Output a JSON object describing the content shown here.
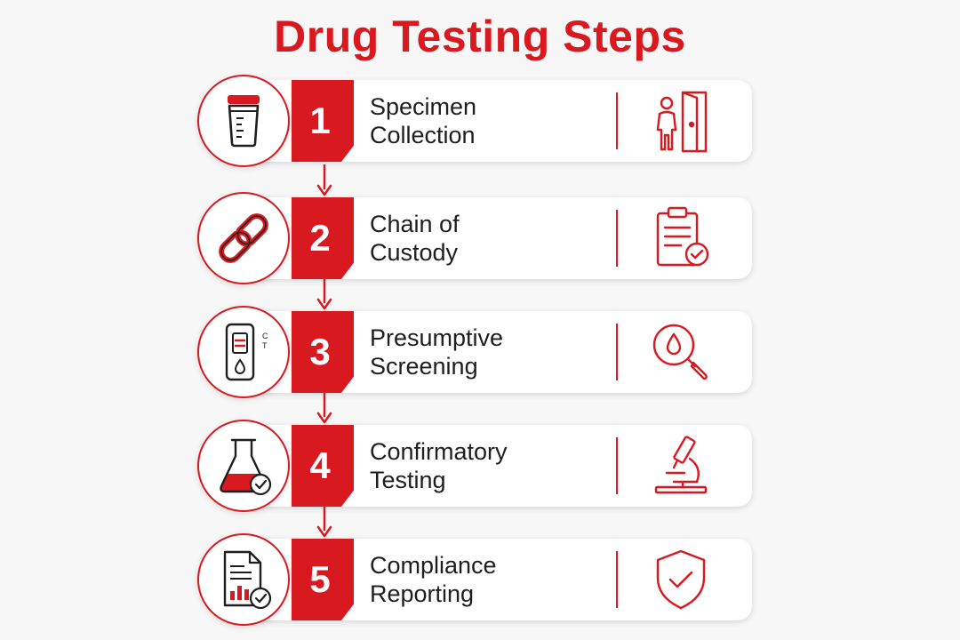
{
  "title": "Drug Testing Steps",
  "colors": {
    "accent": "#d81920",
    "text": "#1e1e1e",
    "background": "#f7f7f7"
  },
  "steps": [
    {
      "number": "1",
      "line1": "Specimen",
      "line2": "Collection",
      "left_icon": "specimen-cup-icon",
      "right_icon": "person-door-icon"
    },
    {
      "number": "2",
      "line1": "Chain of",
      "line2": "Custody",
      "left_icon": "chain-link-icon",
      "right_icon": "clipboard-check-icon"
    },
    {
      "number": "3",
      "line1": "Presumptive",
      "line2": "Screening",
      "left_icon": "test-strip-icon",
      "right_icon": "magnifier-drop-icon"
    },
    {
      "number": "4",
      "line1": "Confirmatory",
      "line2": "Testing",
      "left_icon": "flask-check-icon",
      "right_icon": "microscope-icon"
    },
    {
      "number": "5",
      "line1": "Compliance",
      "line2": "Reporting",
      "left_icon": "report-check-icon",
      "right_icon": "shield-check-icon"
    }
  ],
  "strip_marks": {
    "control": "C",
    "test": "T"
  }
}
